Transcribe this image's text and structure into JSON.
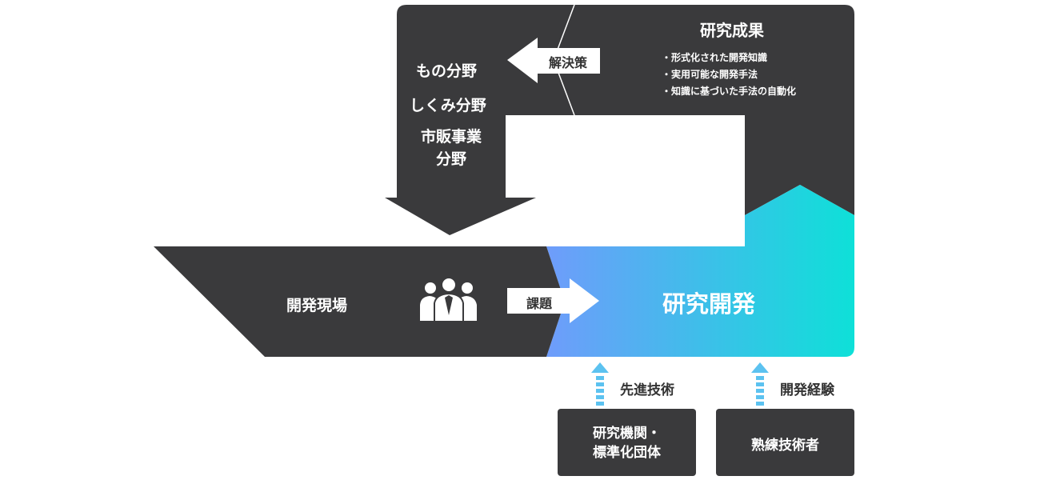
{
  "research_results": {
    "title": "研究成果",
    "bullets": [
      "・形式化された開発知識",
      "・実用可能な開発手法",
      "・知識に基づいた手法の自動化"
    ]
  },
  "solution_label": "解決策",
  "fields": {
    "item1": "もの分野",
    "item2": "しくみ分野",
    "item3_line1": "市販事業",
    "item3_line2": "分野"
  },
  "site": {
    "label": "開発現場",
    "people_icon": "people-group-icon"
  },
  "issue_label": "課題",
  "rnd_label": "研究開発",
  "inputs": [
    {
      "arrow_label": "先進技術",
      "source_line1": "研究機関・",
      "source_line2": "標準化団体"
    },
    {
      "arrow_label": "開発経験",
      "source_line1": "熟練技術者"
    }
  ],
  "colors": {
    "dark": "#3a3a3c",
    "gradient_start": "#6f9cfb",
    "gradient_end": "#0ee0d8",
    "dashed_arrow": "#5cc2f0"
  }
}
